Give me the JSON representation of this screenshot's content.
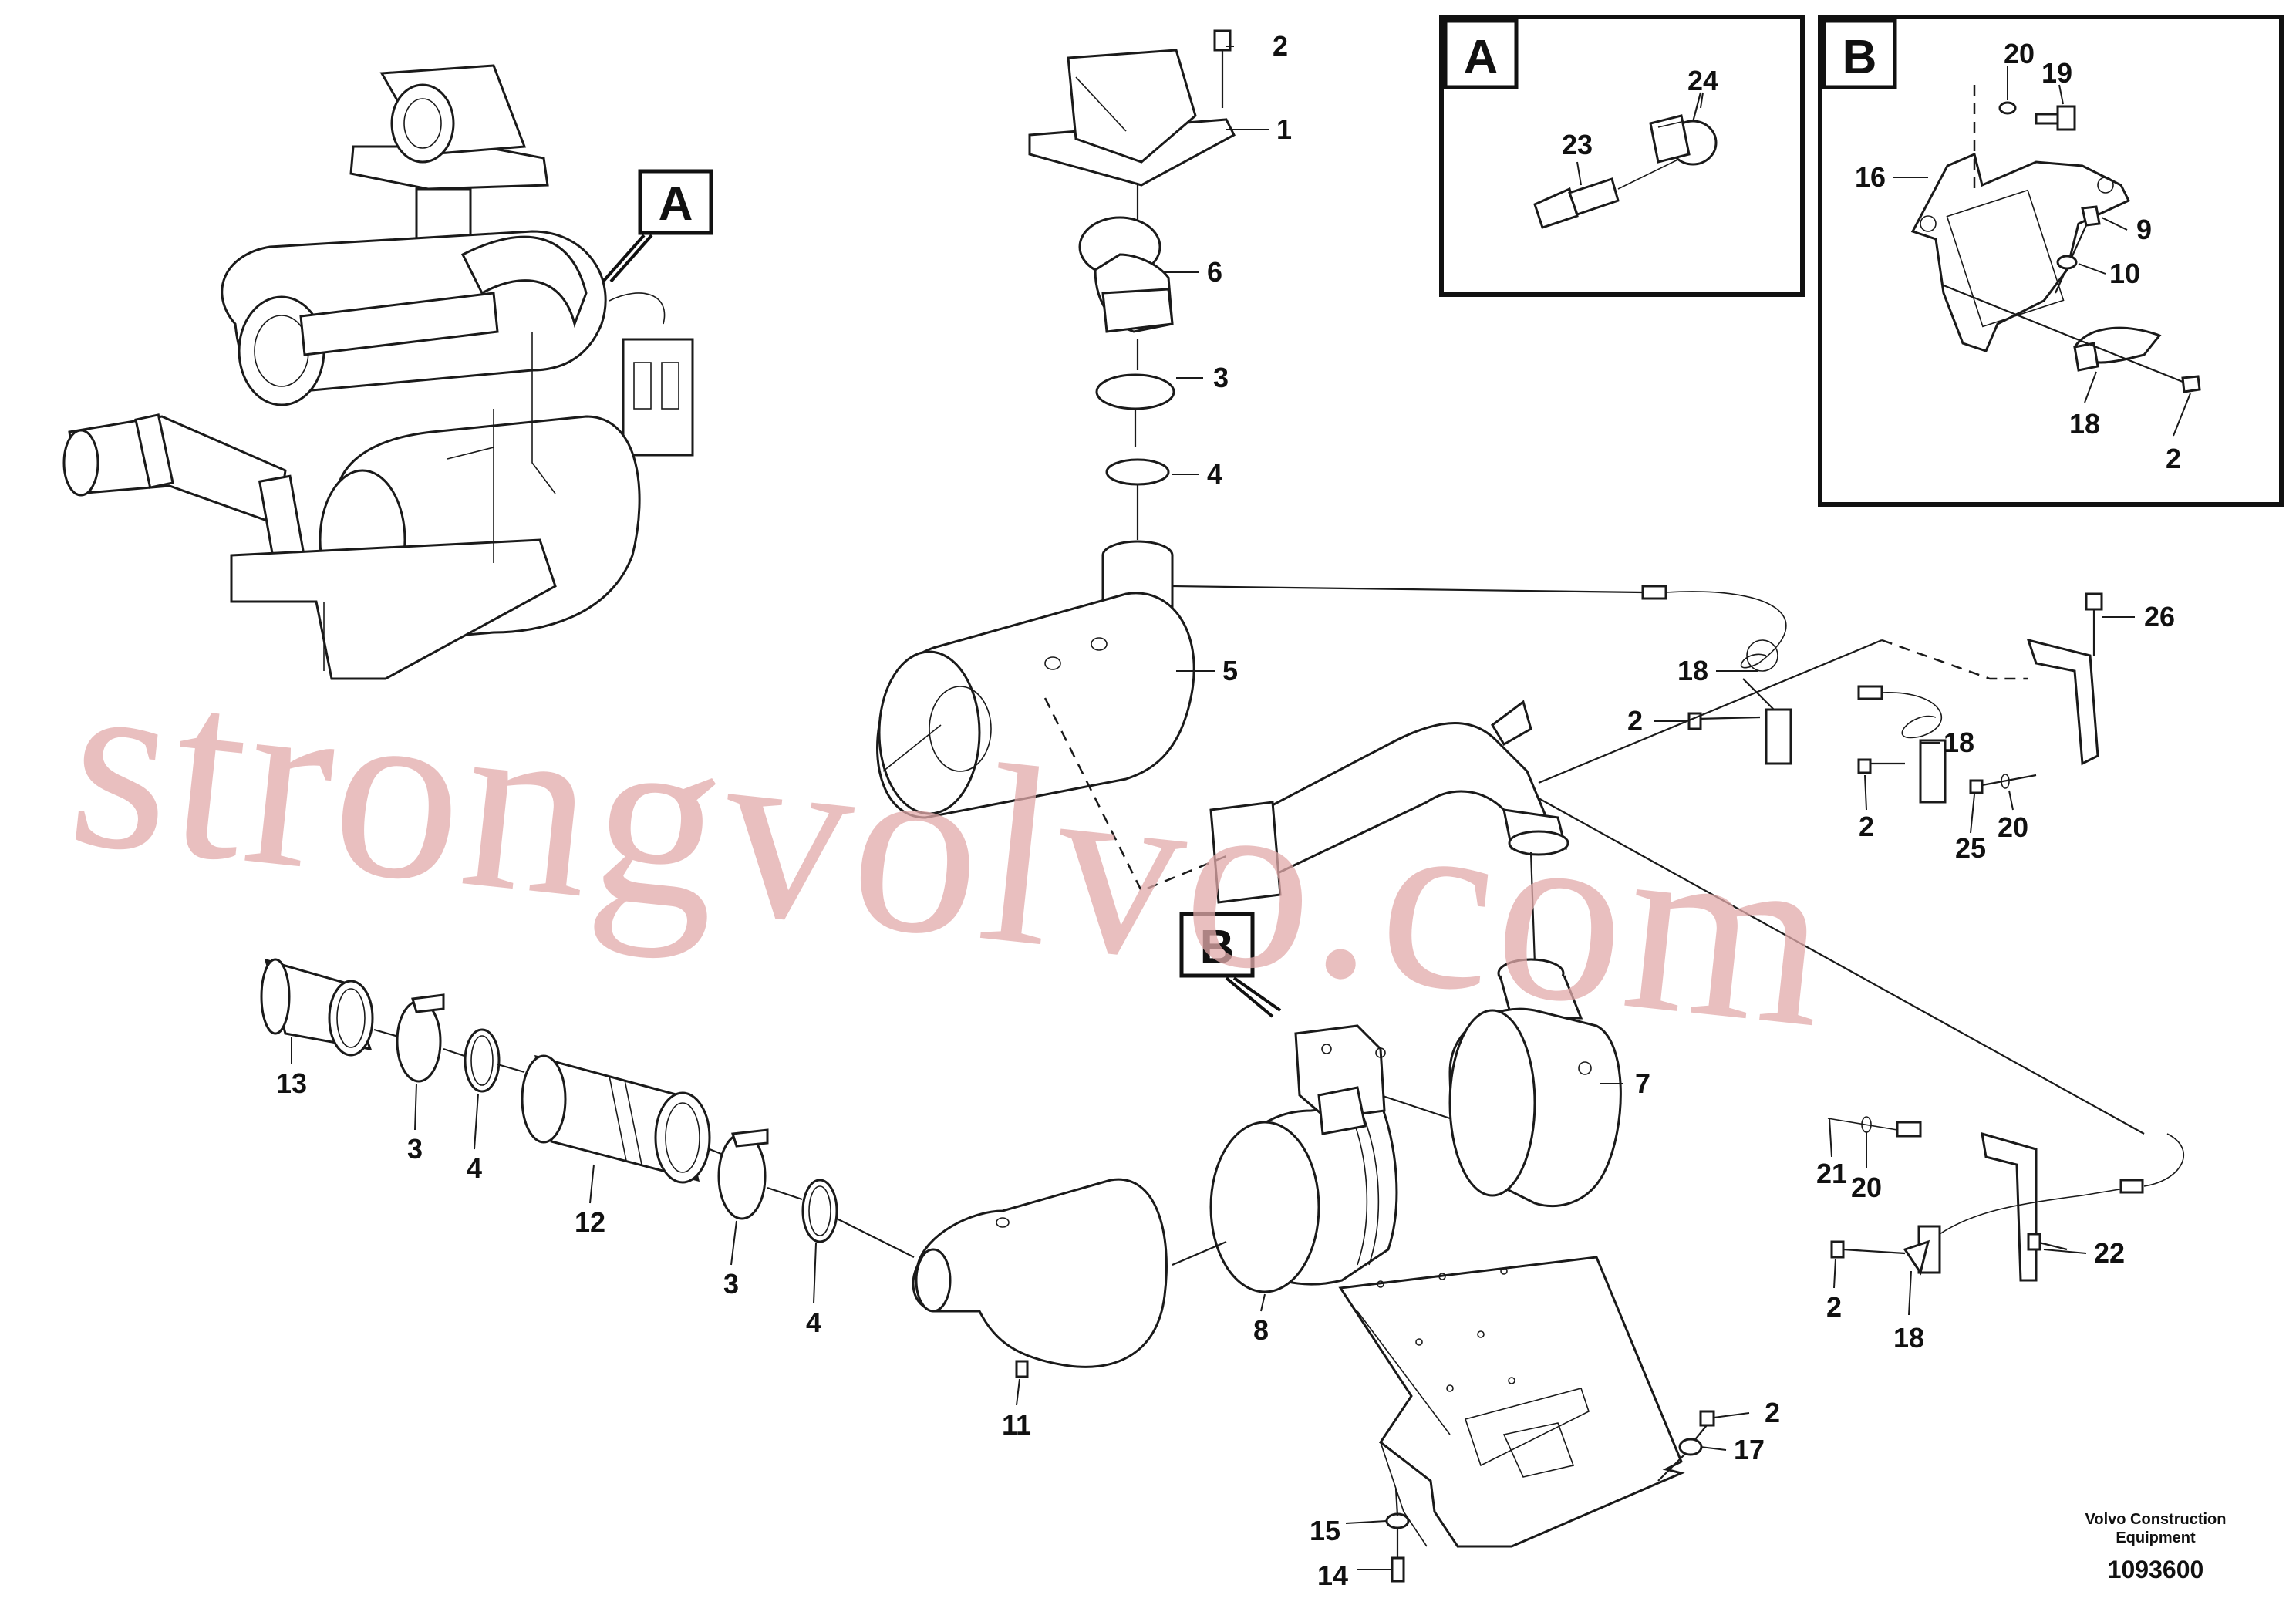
{
  "watermark": "strongvolvo.com",
  "insets": [
    {
      "letter": "A"
    },
    {
      "letter": "B"
    }
  ],
  "view_markers": [
    {
      "letter": "A"
    },
    {
      "letter": "B"
    }
  ],
  "callouts": [
    "2",
    "1",
    "6",
    "3",
    "4",
    "5",
    "18",
    "2",
    "26",
    "18",
    "2",
    "25",
    "20",
    "7",
    "13",
    "3",
    "4",
    "12",
    "3",
    "4",
    "11",
    "8",
    "21",
    "20",
    "22",
    "2",
    "18",
    "2",
    "17",
    "15",
    "14",
    "24",
    "23",
    "20",
    "19",
    "16",
    "9",
    "10",
    "18",
    "2"
  ],
  "footer": {
    "line1": "Volvo Construction",
    "line2": "Equipment",
    "number": "1093600"
  }
}
